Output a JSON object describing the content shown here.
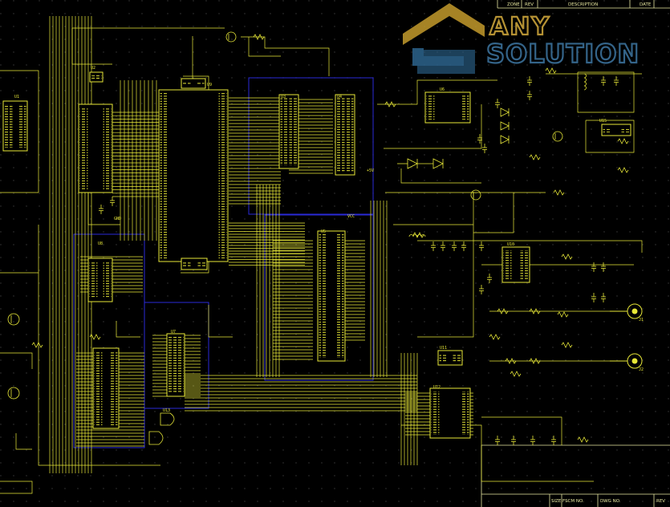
{
  "schematic": {
    "title_block": {
      "zone": "ZONE",
      "rev": "REV",
      "description": "DESCRIPTION",
      "date": "DATE",
      "size": "SIZE",
      "fscm": "FSCM NO.",
      "dwg": "DWG NO.",
      "rev_bottom": "REV"
    },
    "components": {
      "u9": "U9",
      "u3": "U3",
      "u4": "U4",
      "u5": "U5",
      "u6": "U6",
      "u7": "U7",
      "u8": "U8",
      "u10": "U10",
      "u11": "U11",
      "u12": "U12",
      "u13": "U13",
      "u15": "U15",
      "u1": "U1",
      "u2": "U2",
      "j1": "J1",
      "j2": "J2"
    },
    "misc_labels": {
      "vcc": "VCC",
      "gnd": "GND",
      "p5v": "+5V"
    }
  },
  "watermark": {
    "line1": "ANY",
    "line2": "SOLUTION",
    "gold": "#b8922a",
    "blue": "#2b5f86"
  },
  "colors": {
    "background": "#000000",
    "wire": "#e8e838",
    "bus_box": "#2020c8",
    "grid": "#2a2a2a"
  }
}
